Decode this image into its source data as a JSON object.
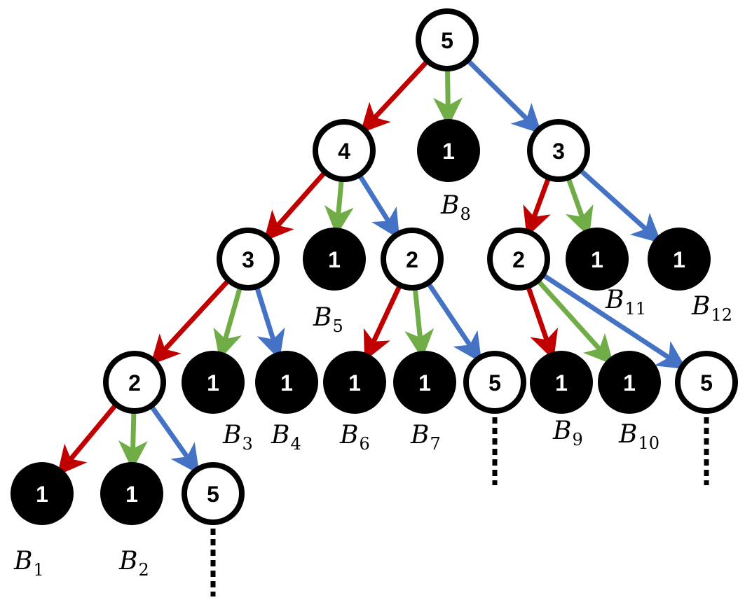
{
  "colors": {
    "red": "#c00000",
    "green": "#70ad47",
    "blue": "#4472c4",
    "node_fill": "#000000",
    "node_text_white": "#ffffff",
    "node_text_black": "#000000"
  },
  "nodes": [
    {
      "id": "n5_root",
      "label": "5",
      "filled": false
    },
    {
      "id": "n4",
      "label": "4",
      "filled": false
    },
    {
      "id": "n1_b8",
      "label": "1",
      "filled": true
    },
    {
      "id": "n3_right",
      "label": "3",
      "filled": false
    },
    {
      "id": "n3_left",
      "label": "3",
      "filled": false
    },
    {
      "id": "n1_b5",
      "label": "1",
      "filled": true
    },
    {
      "id": "n2_mid",
      "label": "2",
      "filled": false
    },
    {
      "id": "n2_right",
      "label": "2",
      "filled": false
    },
    {
      "id": "n1_b11",
      "label": "1",
      "filled": true
    },
    {
      "id": "n1_b12",
      "label": "1",
      "filled": true
    },
    {
      "id": "n2_left",
      "label": "2",
      "filled": false
    },
    {
      "id": "n1_b3",
      "label": "1",
      "filled": true
    },
    {
      "id": "n1_b4",
      "label": "1",
      "filled": true
    },
    {
      "id": "n1_b6",
      "label": "1",
      "filled": true
    },
    {
      "id": "n1_b7",
      "label": "1",
      "filled": true
    },
    {
      "id": "n5_mid",
      "label": "5",
      "filled": false
    },
    {
      "id": "n1_b9",
      "label": "1",
      "filled": true
    },
    {
      "id": "n1_b10",
      "label": "1",
      "filled": true
    },
    {
      "id": "n5_right",
      "label": "5",
      "filled": false
    },
    {
      "id": "n1_b1",
      "label": "1",
      "filled": true
    },
    {
      "id": "n1_b2",
      "label": "1",
      "filled": true
    },
    {
      "id": "n5_left",
      "label": "5",
      "filled": false
    }
  ],
  "edges": [
    {
      "from": "n5_root",
      "to": "n4",
      "color": "red"
    },
    {
      "from": "n5_root",
      "to": "n1_b8",
      "color": "green"
    },
    {
      "from": "n5_root",
      "to": "n3_right",
      "color": "blue"
    },
    {
      "from": "n4",
      "to": "n3_left",
      "color": "red"
    },
    {
      "from": "n4",
      "to": "n1_b5",
      "color": "green"
    },
    {
      "from": "n4",
      "to": "n2_mid",
      "color": "blue"
    },
    {
      "from": "n3_right",
      "to": "n2_right",
      "color": "red"
    },
    {
      "from": "n3_right",
      "to": "n1_b11",
      "color": "green"
    },
    {
      "from": "n3_right",
      "to": "n1_b12",
      "color": "blue"
    },
    {
      "from": "n3_left",
      "to": "n2_left",
      "color": "red"
    },
    {
      "from": "n3_left",
      "to": "n1_b3",
      "color": "green"
    },
    {
      "from": "n3_left",
      "to": "n1_b4",
      "color": "blue"
    },
    {
      "from": "n2_mid",
      "to": "n1_b6",
      "color": "red"
    },
    {
      "from": "n2_mid",
      "to": "n1_b7",
      "color": "green"
    },
    {
      "from": "n2_mid",
      "to": "n5_mid",
      "color": "blue"
    },
    {
      "from": "n2_right",
      "to": "n1_b9",
      "color": "red"
    },
    {
      "from": "n2_right",
      "to": "n1_b10",
      "color": "green"
    },
    {
      "from": "n2_right",
      "to": "n5_right",
      "color": "blue"
    },
    {
      "from": "n2_left",
      "to": "n1_b1",
      "color": "red"
    },
    {
      "from": "n2_left",
      "to": "n1_b2",
      "color": "green"
    },
    {
      "from": "n2_left",
      "to": "n5_left",
      "color": "blue"
    }
  ],
  "leaf_labels": [
    {
      "id": "lbl_b1",
      "base": "B",
      "sub": "1"
    },
    {
      "id": "lbl_b2",
      "base": "B",
      "sub": "2"
    },
    {
      "id": "lbl_b3",
      "base": "B",
      "sub": "3"
    },
    {
      "id": "lbl_b4",
      "base": "B",
      "sub": "4"
    },
    {
      "id": "lbl_b5",
      "base": "B",
      "sub": "5"
    },
    {
      "id": "lbl_b6",
      "base": "B",
      "sub": "6"
    },
    {
      "id": "lbl_b7",
      "base": "B",
      "sub": "7"
    },
    {
      "id": "lbl_b8",
      "base": "B",
      "sub": "8"
    },
    {
      "id": "lbl_b9",
      "base": "B",
      "sub": "9"
    },
    {
      "id": "lbl_b10",
      "base": "B",
      "sub": "10"
    },
    {
      "id": "lbl_b11",
      "base": "B",
      "sub": "11"
    },
    {
      "id": "lbl_b12",
      "base": "B",
      "sub": "12"
    }
  ],
  "continuations": [
    {
      "id": "cont_left",
      "node": "n5_left"
    },
    {
      "id": "cont_mid",
      "node": "n5_mid"
    },
    {
      "id": "cont_right",
      "node": "n5_right"
    }
  ]
}
